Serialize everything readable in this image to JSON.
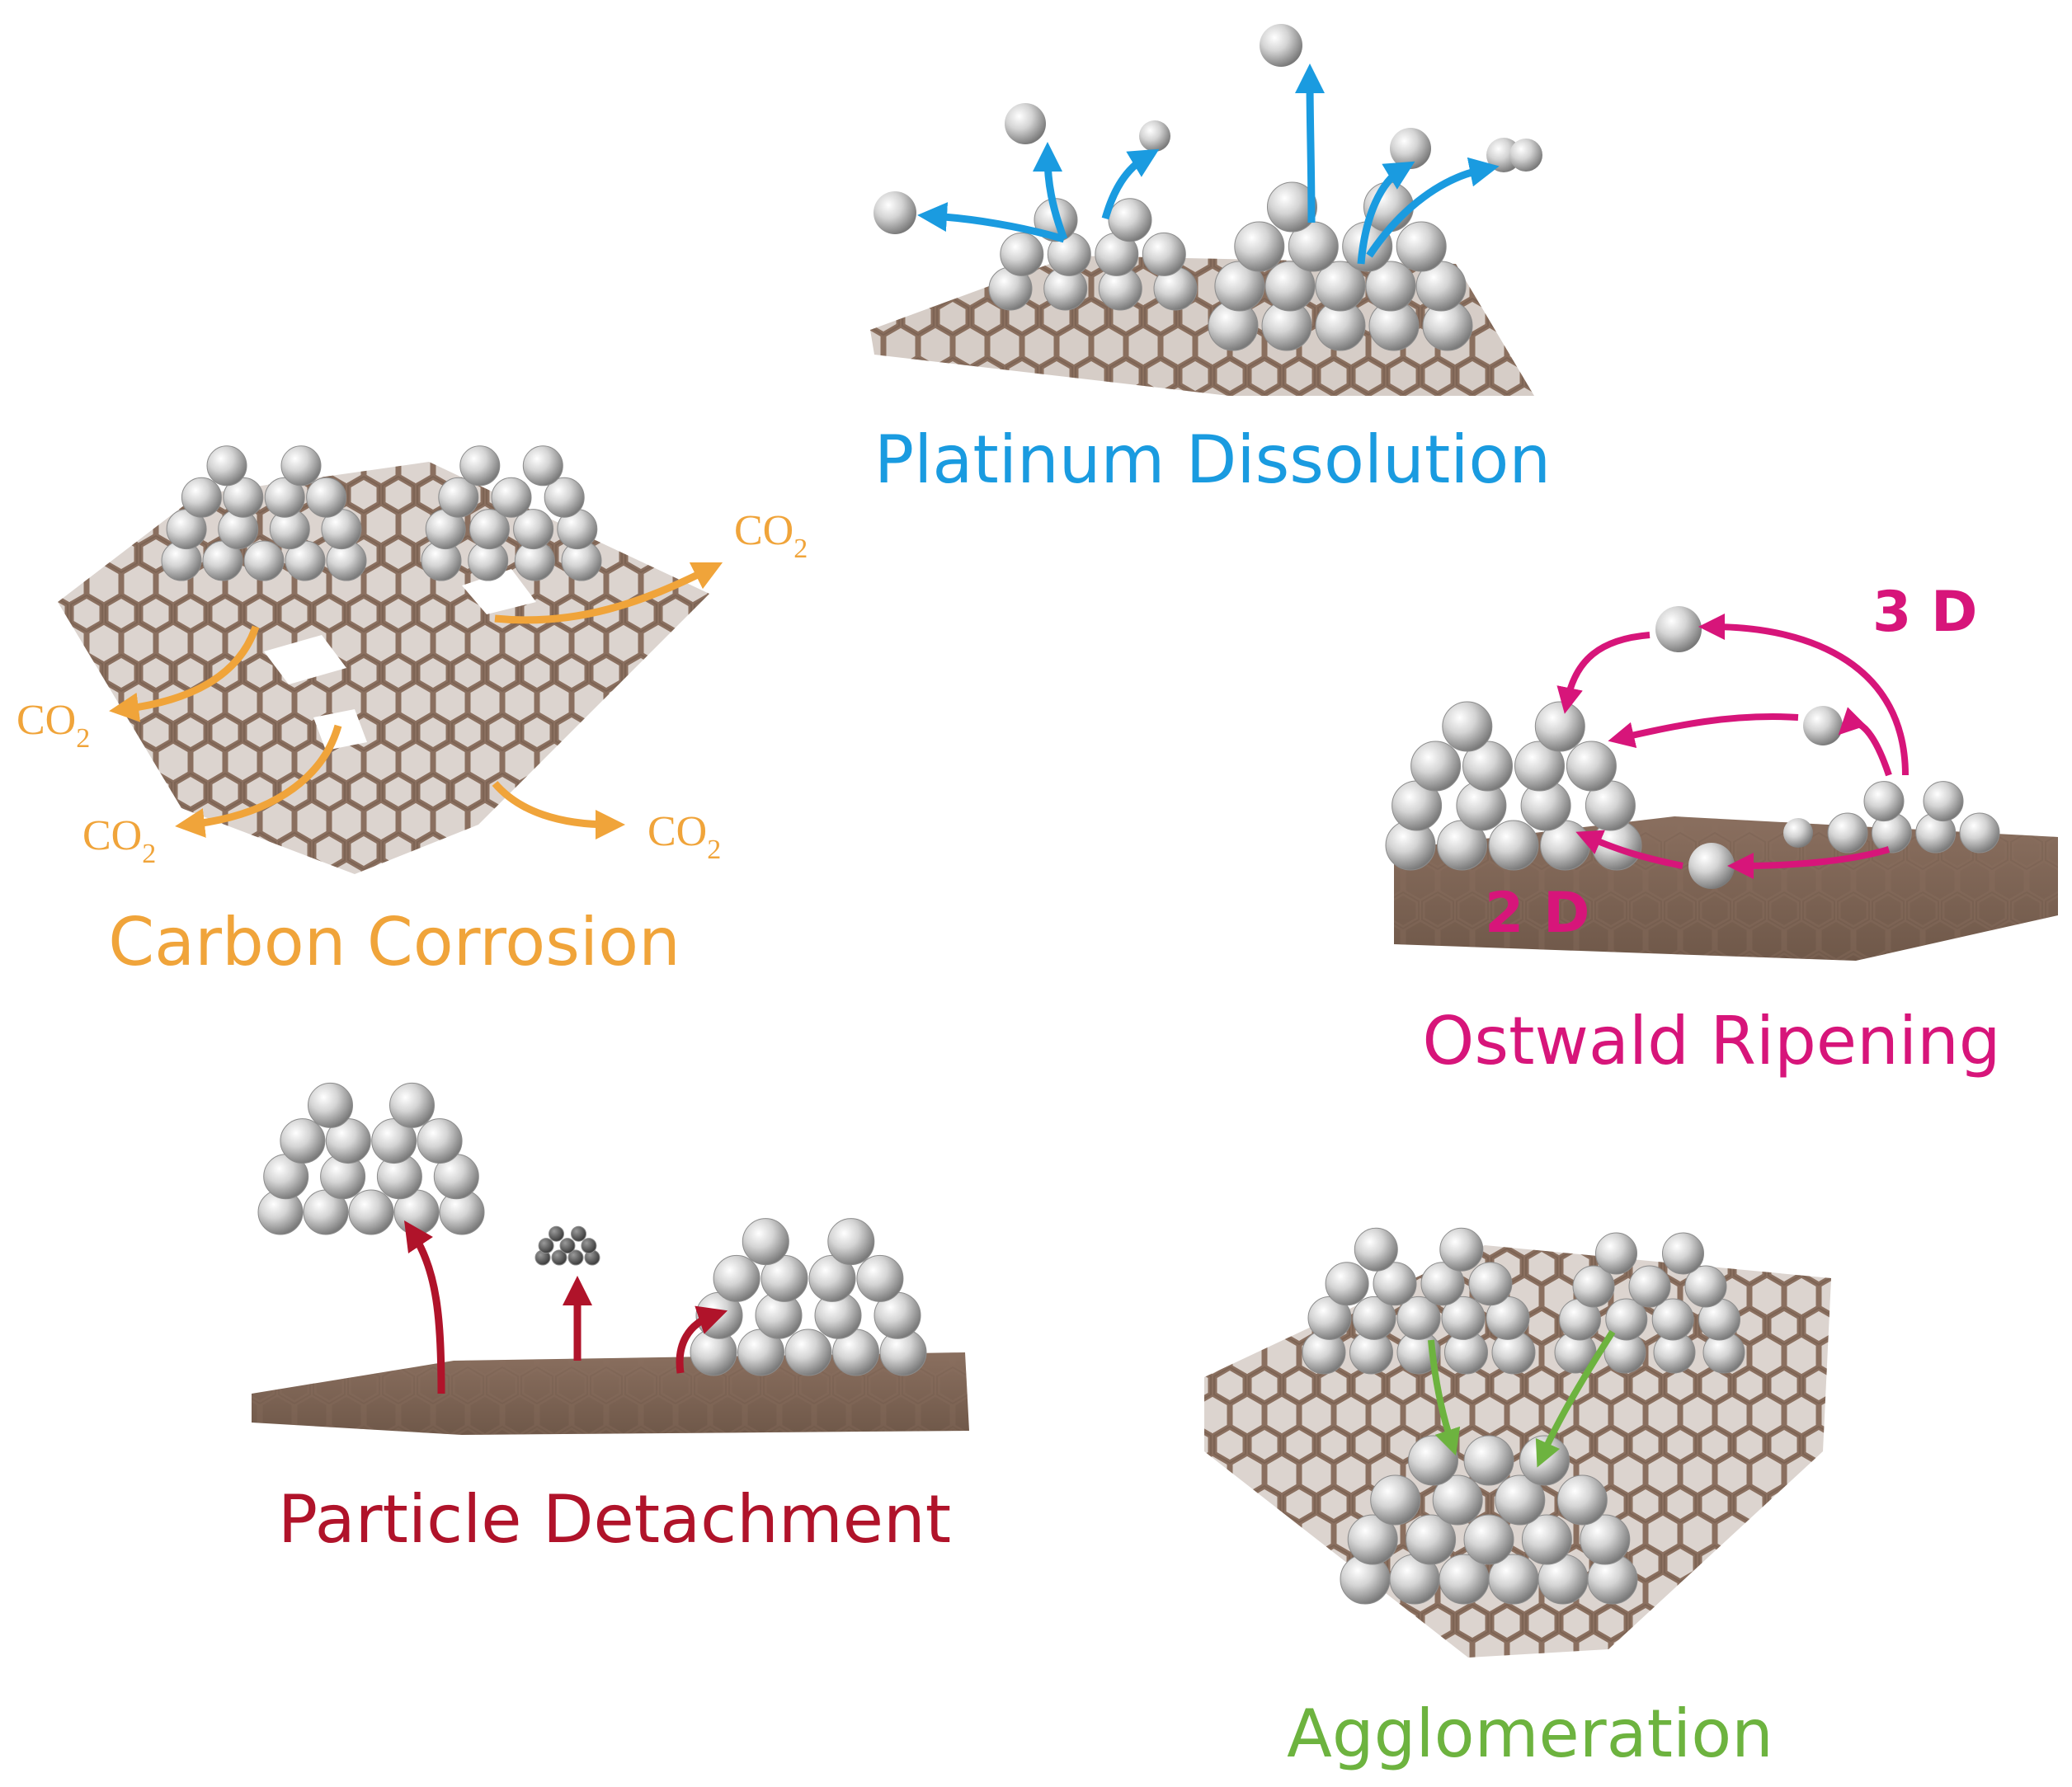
{
  "colors": {
    "dissolution": "#1a9be0",
    "corrosion": "#f0a43a",
    "ostwald": "#d7157a",
    "detachment": "#b0132a",
    "agglomeration": "#6db33f",
    "carbon": "#8a6f5f",
    "carbon_dark": "#5a463a",
    "platinum": "#c9c9c9"
  },
  "icons": {
    "dissolution": "platinum-atoms-dissolving-arrows",
    "corrosion": "carbon-support-corroding-co2",
    "ostwald": "ostwald-ripening-2d-3d-arrows",
    "detachment": "particle-detaching-arrows",
    "agglomeration": "particles-merging-arrows"
  },
  "panels": {
    "dissolution": {
      "label": "Platinum Dissolution"
    },
    "corrosion": {
      "label": "Carbon Corrosion",
      "co2": [
        {
          "main": "CO",
          "sub": "2"
        },
        {
          "main": "CO",
          "sub": "2"
        },
        {
          "main": "CO",
          "sub": "2"
        },
        {
          "main": "CO",
          "sub": "2"
        }
      ]
    },
    "ostwald": {
      "label": "Ostwald Ripening",
      "path_3d": "3 D",
      "path_2d": "2 D"
    },
    "detachment": {
      "label": "Particle Detachment"
    },
    "agglomeration": {
      "label": "Agglomeration"
    }
  }
}
